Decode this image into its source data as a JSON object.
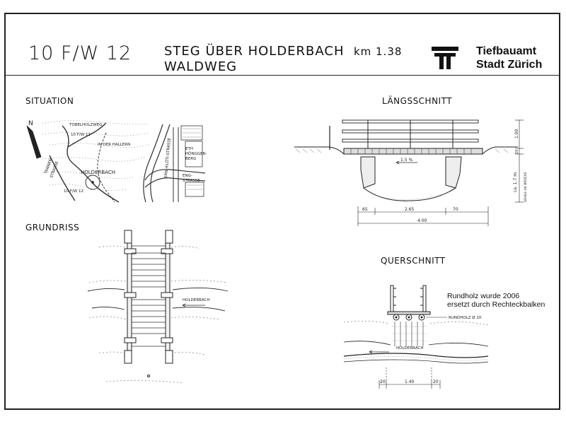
{
  "header": {
    "code": "10 F/W 12",
    "title_line1": "STEG ÜBER HOLDERBACH",
    "km": "km 1.38",
    "title_line2": "WALDWEG",
    "org_line1": "Tiefbauamt",
    "org_line2": "Stadt Zürich"
  },
  "sections": {
    "situation": "SITUATION",
    "laengsschnitt": "LÄNGSSCHNITT",
    "grundriss": "GRUNDRISS",
    "querschnitt": "QUERSCHNITT"
  },
  "note": {
    "line1": "Rundholz wurde 2006",
    "line2": "ersetzt durch Rechteckbalken"
  },
  "situation_labels": {
    "north": "N",
    "tobelholzweg": "TOBELHOLZWEG",
    "fw11": "10 F/W 11",
    "hallern": "IN DER HALLERN",
    "holderbach": "HOLDERBACH",
    "fw12": "10 F/W 12",
    "tannen": "TANNEN",
    "strasse_left": "STRASSE",
    "rudolf": "EMIL-KLÖTI-STRASSE",
    "eth": "ETH",
    "hoenggerberg": "HÖNGGER-",
    "berg": "BERG",
    "eng": "ENG-",
    "strasse": "STRASSE"
  },
  "laengs_labels": {
    "slope": "1.5 %",
    "d65": "65",
    "d265": "2.65",
    "d70": "70",
    "d400": "4.00",
    "h100": "1.00",
    "h15": "15",
    "h17": "ca. 1.7 m",
    "sohle": "SOHLE UK BRÜCKE"
  },
  "grund_labels": {
    "holderbach": "HOLDERBACH"
  },
  "quer_labels": {
    "rundholz": "RUNDHOLZ Ø 20",
    "holderbach": "HOLDERBACH",
    "d20a": "20",
    "d140": "1.40",
    "d20b": "20"
  }
}
